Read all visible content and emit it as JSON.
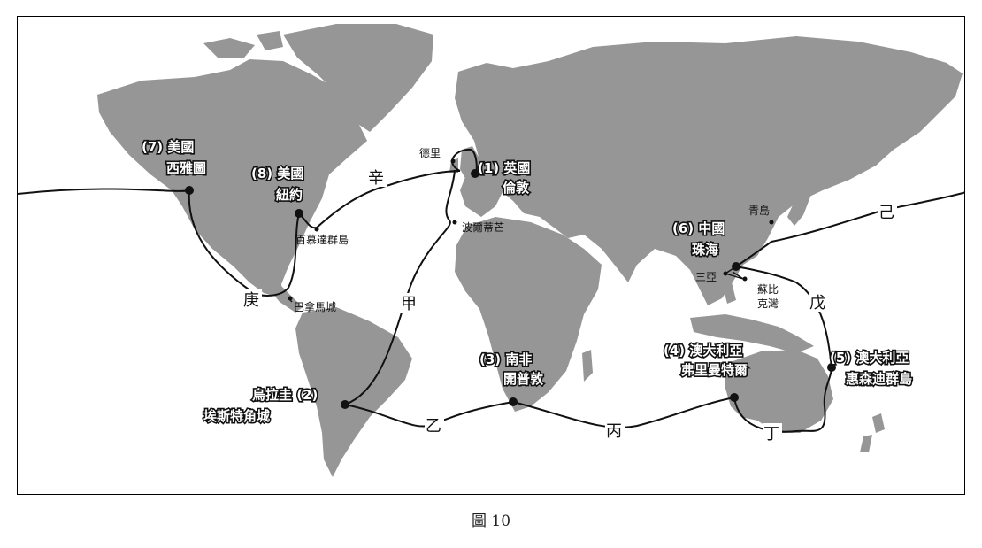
{
  "caption": "圖 10",
  "cities": {
    "london": [
      "(1) 英國",
      "倫敦"
    ],
    "montevideo": [
      "烏拉圭 (2)",
      "埃斯特角城"
    ],
    "capetown": [
      "(3) 南非",
      "開普敦"
    ],
    "fremantle": [
      "(4) 澳大利亞",
      "弗里曼特爾"
    ],
    "whitsunday": [
      "(5) 澳大利亞",
      "惠森迪群島"
    ],
    "zhuhai": [
      "(6) 中國",
      "珠海"
    ],
    "seattle": [
      "(7) 美國",
      "西雅圖"
    ],
    "newyork": [
      "(8) 美國",
      "紐約"
    ]
  },
  "places": {
    "derry": "德里",
    "porto": "波爾蒂芒",
    "bermuda": "百慕達群島",
    "panama": "巴拿馬城",
    "qingdao": "青島",
    "sanya": "三亞",
    "subic_1": "蘇比",
    "subic_2": "克灣"
  },
  "legs": {
    "jia": "甲",
    "yi": "乙",
    "bing": "丙",
    "ding": "丁",
    "wu": "戊",
    "ji": "己",
    "geng": "庚",
    "xin": "辛"
  },
  "colors": {
    "land": "#969696",
    "ocean": "#ffffff",
    "route": "#111111"
  }
}
